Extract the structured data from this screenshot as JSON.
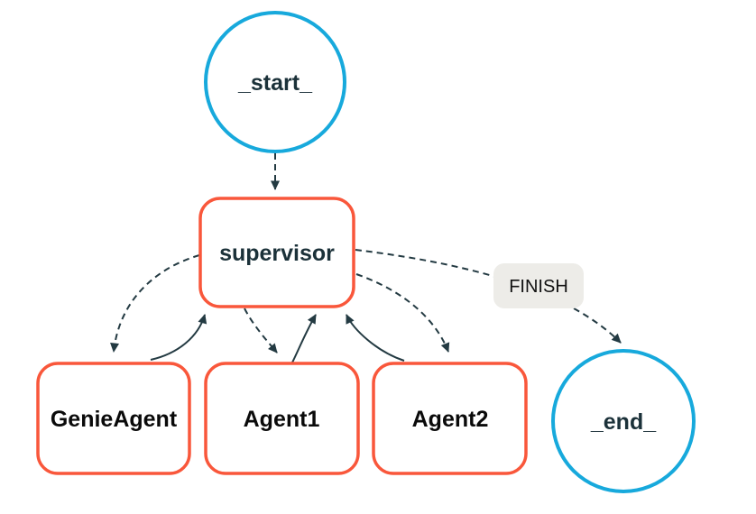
{
  "diagram": {
    "type": "agent-workflow-graph",
    "nodes": {
      "start": {
        "label": "_start_",
        "shape": "circle"
      },
      "supervisor": {
        "label": "supervisor",
        "shape": "rounded-rect"
      },
      "genieagent": {
        "label": "GenieAgent",
        "shape": "rounded-rect"
      },
      "agent1": {
        "label": "Agent1",
        "shape": "rounded-rect"
      },
      "agent2": {
        "label": "Agent2",
        "shape": "rounded-rect"
      },
      "end": {
        "label": "_end_",
        "shape": "circle"
      }
    },
    "edge_label_finish": "FINISH",
    "edges": [
      {
        "from": "_start_",
        "to": "supervisor",
        "style": "dashed"
      },
      {
        "from": "supervisor",
        "to": "GenieAgent",
        "style": "dashed"
      },
      {
        "from": "supervisor",
        "to": "Agent1",
        "style": "dashed"
      },
      {
        "from": "supervisor",
        "to": "Agent2",
        "style": "dashed"
      },
      {
        "from": "supervisor",
        "to": "_end_",
        "style": "dashed",
        "label": "FINISH"
      },
      {
        "from": "GenieAgent",
        "to": "supervisor",
        "style": "solid"
      },
      {
        "from": "Agent1",
        "to": "supervisor",
        "style": "solid"
      },
      {
        "from": "Agent2",
        "to": "supervisor",
        "style": "solid"
      }
    ],
    "colors": {
      "background": "#ffffff",
      "circle_border": "#17a9dc",
      "box_border": "#f9573b",
      "edge": "#233a42",
      "node_text": "#1b3139",
      "agent_text": "#0a0a0a",
      "label_bg": "#edece8",
      "label_text": "#111111"
    }
  }
}
